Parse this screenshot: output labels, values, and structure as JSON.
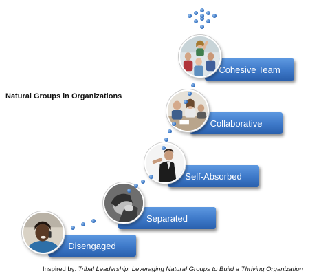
{
  "title": "Natural Groups in Organizations",
  "steps": [
    {
      "label": "Disengaged",
      "photo": "woman-on-phone-photo"
    },
    {
      "label": "Separated",
      "photo": "distressed-person-photo"
    },
    {
      "label": "Self-Absorbed",
      "photo": "businessman-photo"
    },
    {
      "label": "Collaborative",
      "photo": "office-meeting-photo"
    },
    {
      "label": "Cohesive Team",
      "photo": "team-celebration-photo"
    }
  ],
  "credit": {
    "prefix": "Inspired by:",
    "source": "Tribal Leadership: Leveraging Natural Groups to Build a Thriving Organization"
  },
  "colors": {
    "step_fill": "#3d78c8",
    "dot": "#3b78c6",
    "text": "#111111"
  }
}
